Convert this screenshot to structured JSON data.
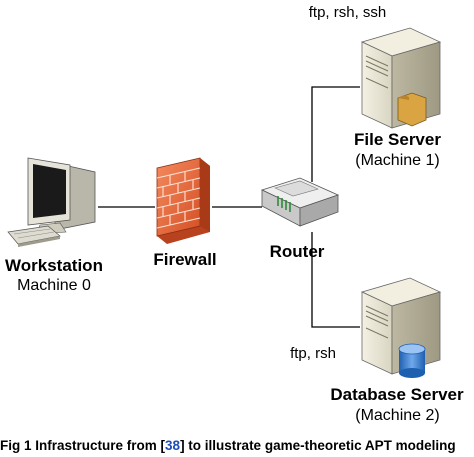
{
  "nodes": {
    "workstation": {
      "title": "Workstation",
      "subtitle": "Machine 0",
      "icon": "workstation-computer-icon"
    },
    "firewall": {
      "title": "Firewall",
      "icon": "firewall-brick-wall-icon"
    },
    "router": {
      "title": "Router",
      "icon": "router-icon"
    },
    "file_server": {
      "title": "File Server",
      "subtitle": "(Machine 1)",
      "services": "ftp, rsh, ssh",
      "icon": "file-server-icon"
    },
    "database_server": {
      "title": "Database Server",
      "subtitle": "(Machine 2)",
      "services": "ftp, rsh",
      "icon": "database-server-icon"
    }
  },
  "caption": {
    "prefix": "Fig 1  Infrastructure from [",
    "ref": "38",
    "suffix": "] to illustrate game-theoretic APT modeling"
  },
  "colors": {
    "line": "#000000",
    "brick": "#e8643a",
    "server_body": "#e9e6d6",
    "monitor_screen": "#1a1a1a",
    "router_body": "#dcdcdc",
    "database_cylinder": "#3b7fd4",
    "caption_link": "#1d4fb8"
  }
}
